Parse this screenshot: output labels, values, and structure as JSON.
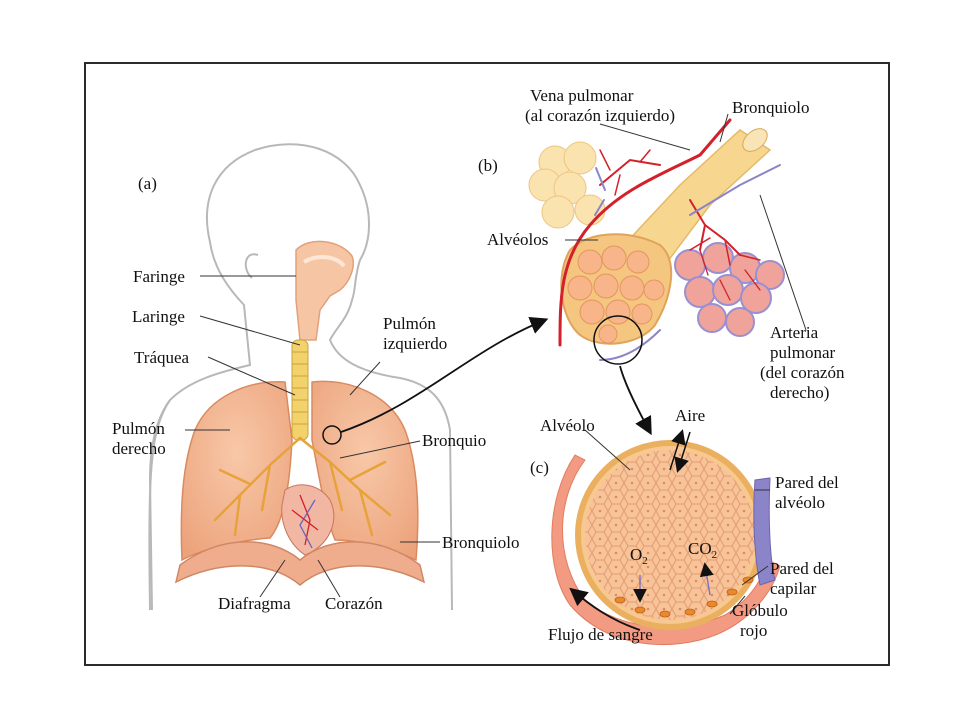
{
  "panels": {
    "a": "(a)",
    "b": "(b)",
    "c": "(c)"
  },
  "labels_a": {
    "faringe": "Faringe",
    "laringe": "Laringe",
    "traquea": "Tráquea",
    "pulmon_derecho_1": "Pulmón",
    "pulmon_derecho_2": "derecho",
    "pulmon_izquierdo_1": "Pulmón",
    "pulmon_izquierdo_2": "izquierdo",
    "bronquio": "Bronquio",
    "bronquiolo": "Bronquiolo",
    "diafragma": "Diafragma",
    "corazon": "Corazón"
  },
  "labels_b": {
    "vena_1": "Vena pulmonar",
    "vena_2": "(al corazón izquierdo)",
    "bronquiolo": "Bronquiolo",
    "alveolos": "Alvéolos",
    "arteria_1": "Arteria",
    "arteria_2": "pulmonar",
    "arteria_3": "(del corazón",
    "arteria_4": "derecho)"
  },
  "labels_c": {
    "alveolo": "Alvéolo",
    "aire": "Aire",
    "pared_alveolo_1": "Pared del",
    "pared_alveolo_2": "alvéolo",
    "o2": "O",
    "o2_sub": "2",
    "co2": "CO",
    "co2_sub": "2",
    "pared_capilar_1": "Pared del",
    "pared_capilar_2": "capilar",
    "globulo_1": "Glóbulo",
    "globulo_2": "rojo",
    "flujo": "Flujo de sangre"
  },
  "colors": {
    "skin_outline": "#b8b8b8",
    "lung": "#f2b48f",
    "lung_dark": "#e0905f",
    "airway": "#f5d36a",
    "alveolus": "#f4c27c",
    "vein_red": "#d3202a",
    "artery_blue": "#8c84c9",
    "tissue": "#f7b79a"
  }
}
